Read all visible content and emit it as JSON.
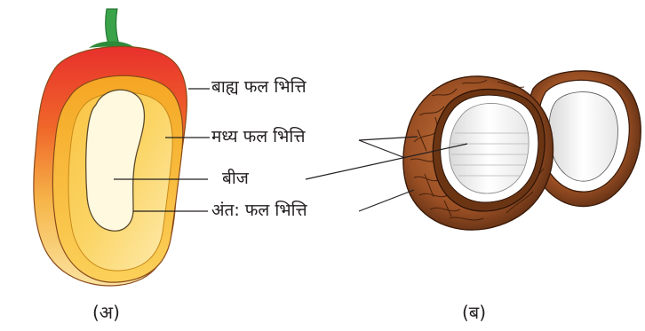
{
  "figure_a": {
    "labels": {
      "exocarp": "बाह्य फल भित्ति",
      "mesocarp": "मध्य फल भित्ति",
      "seed": "बीज",
      "endocarp": "अंत: फल भित्ति"
    },
    "caption": "(अ)"
  },
  "figure_b": {
    "caption": "(ब)"
  },
  "colors": {
    "mango_skin_red": "#e8302c",
    "mango_skin_orange": "#f28c28",
    "mango_flesh_yellow": "#fbd15a",
    "mango_flesh_light": "#fdeba8",
    "seed_cream": "#fff9df",
    "stem_green": "#3aa34a",
    "coconut_husk": "#a0562b",
    "coconut_dark": "#5a2c12",
    "coconut_meat": "#ffffff"
  }
}
